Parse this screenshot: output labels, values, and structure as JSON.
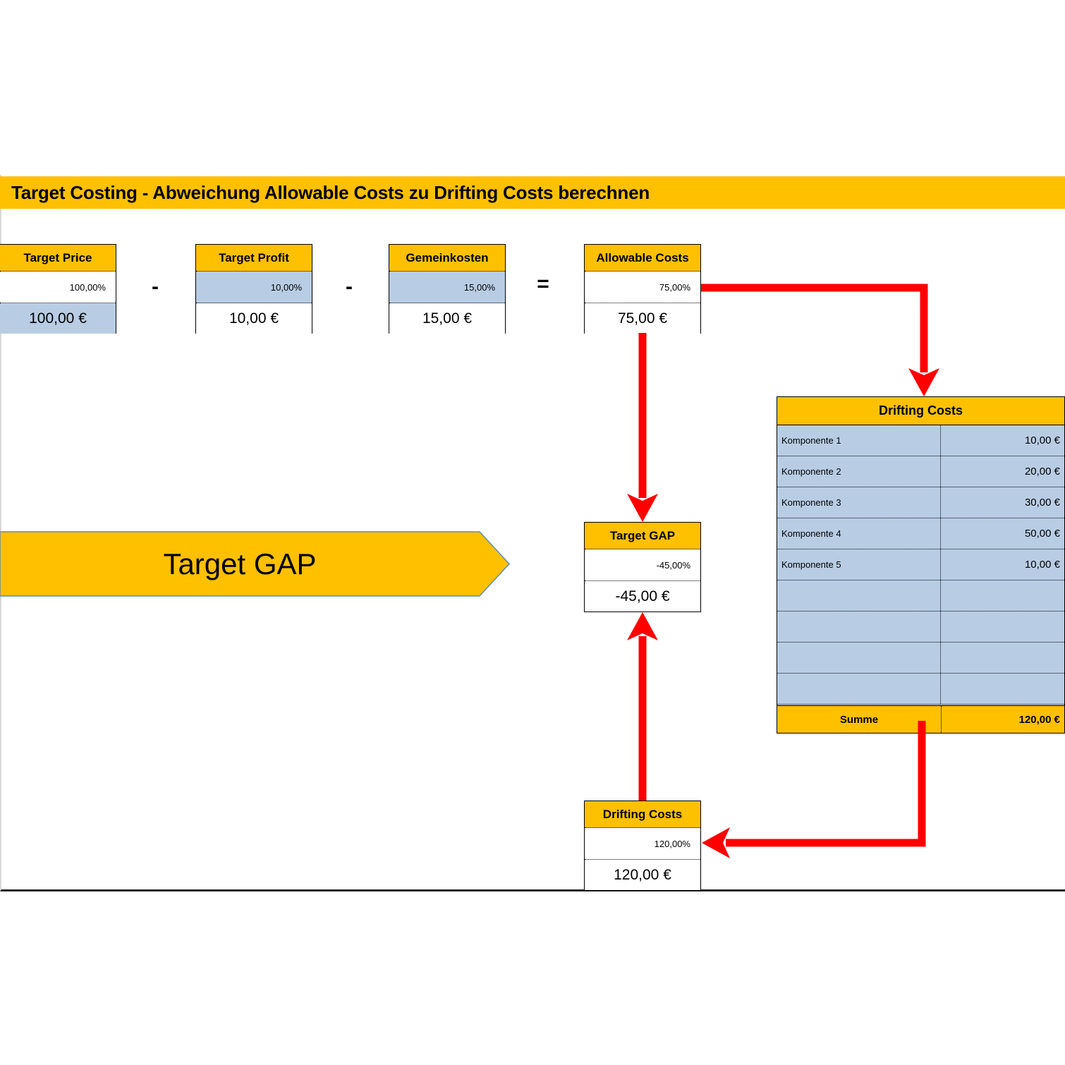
{
  "title": "Target Costing - Abweichung Allowable Costs zu Drifting Costs berechnen",
  "colors": {
    "accent_orange": "#FFC000",
    "fill_blue": "#B8CCE4",
    "arrow_red": "#FF0000",
    "text_black": "#000000"
  },
  "operators": {
    "minus1": "-",
    "minus2": "-",
    "equals": "="
  },
  "boxes": {
    "target_price": {
      "title": "Target Price",
      "percent": "100,00%",
      "amount": "100,00 €"
    },
    "target_profit": {
      "title": "Target Profit",
      "percent": "10,00%",
      "amount": "10,00 €"
    },
    "gemeinkosten": {
      "title": "Gemeinkosten",
      "percent": "15,00%",
      "amount": "15,00 €"
    },
    "allowable_costs": {
      "title": "Allowable Costs",
      "percent": "75,00%",
      "amount": "75,00 €"
    },
    "target_gap": {
      "title": "Target GAP",
      "percent": "-45,00%",
      "amount": "-45,00 €"
    },
    "drifting_costs": {
      "title": "Drifting Costs",
      "percent": "120,00%",
      "amount": "120,00 €"
    }
  },
  "banner": {
    "label": "Target GAP"
  },
  "drifting_table": {
    "header": "Drifting Costs",
    "rows": [
      {
        "name": "Komponente 1",
        "value": "10,00 €"
      },
      {
        "name": "Komponente 2",
        "value": "20,00 €"
      },
      {
        "name": "Komponente 3",
        "value": "30,00 €"
      },
      {
        "name": "Komponente 4",
        "value": "50,00 €"
      },
      {
        "name": "Komponente 5",
        "value": "10,00 €"
      },
      {
        "name": "",
        "value": ""
      },
      {
        "name": "",
        "value": ""
      },
      {
        "name": "",
        "value": ""
      },
      {
        "name": "",
        "value": ""
      }
    ],
    "sum_label": "Summe",
    "sum_value": "120,00 €"
  }
}
